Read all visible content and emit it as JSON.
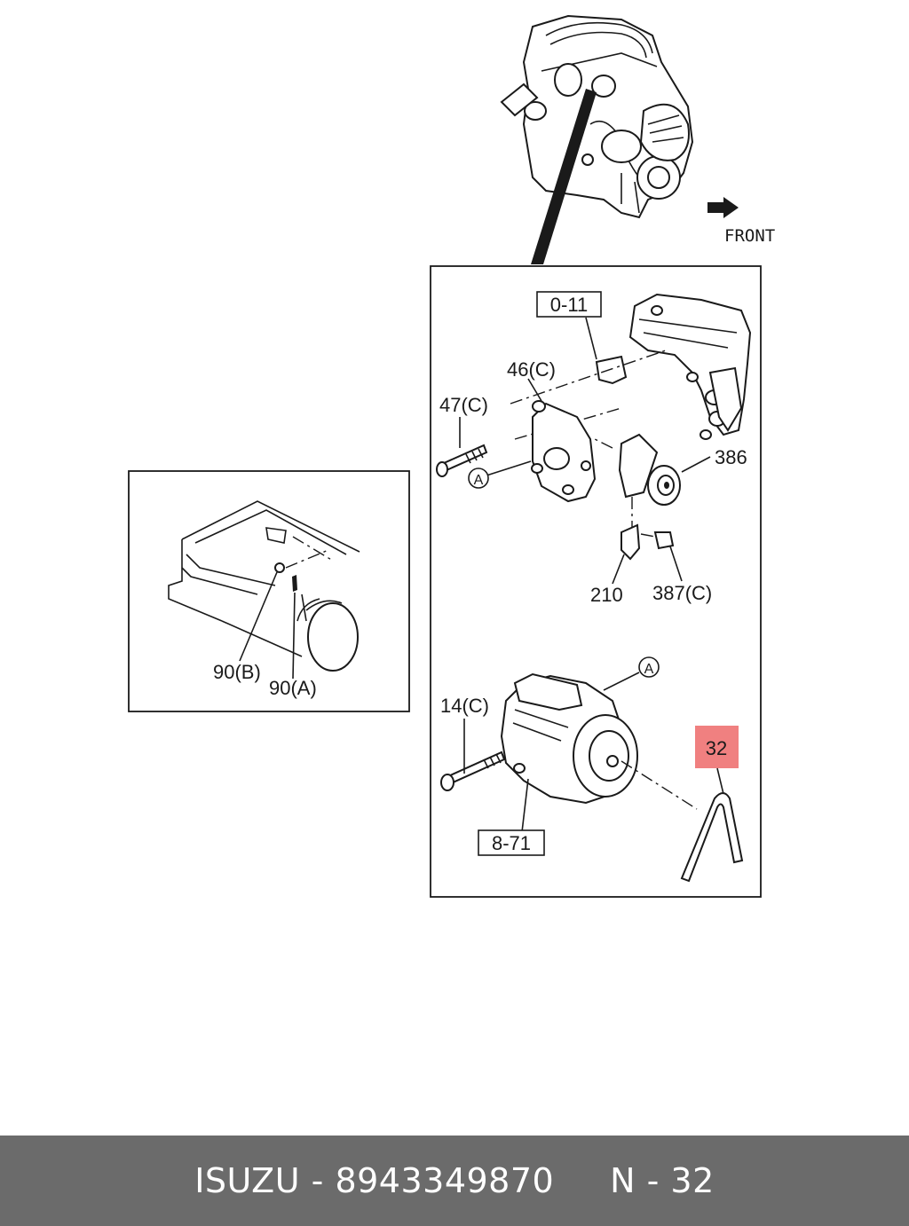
{
  "diagram": {
    "front_label": "FRONT",
    "callouts": {
      "ref_0_11": "0-11",
      "p46": "46(C)",
      "p47": "47(C)",
      "markerA_top": "A",
      "p386": "386",
      "p210": "210",
      "p387": "387(C)",
      "markerA_bottom": "A",
      "p14": "14(C)",
      "p32": "32",
      "ref_8_71": "8-71",
      "p90b": "90(B)",
      "p90a": "90(A)"
    },
    "highlight_color": "#f08080"
  },
  "footer": {
    "brand": "ISUZU",
    "separator": "-",
    "part_number": "8943349870",
    "page_ref": "N - 32"
  }
}
